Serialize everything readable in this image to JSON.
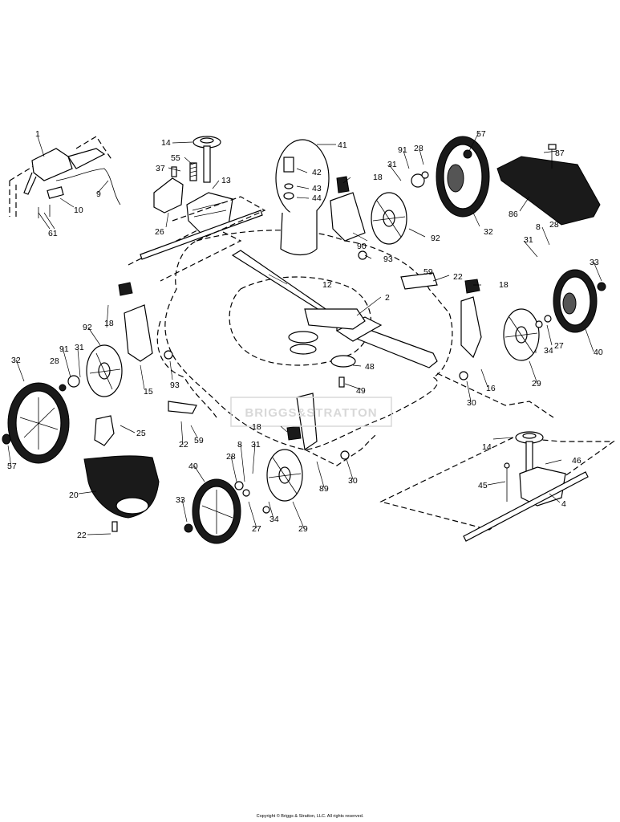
{
  "diagram": {
    "labels": [
      "1",
      "9",
      "10",
      "61",
      "14",
      "55",
      "37",
      "13",
      "26",
      "41",
      "42",
      "43",
      "44",
      "18",
      "90",
      "93",
      "91",
      "31",
      "28",
      "92",
      "32",
      "57",
      "87",
      "86",
      "12",
      "2",
      "59",
      "22",
      "8",
      "33",
      "48",
      "49",
      "15",
      "30",
      "16",
      "29",
      "34",
      "27",
      "40",
      "25",
      "20",
      "89",
      "4",
      "45",
      "46"
    ],
    "watermark": "BRIGGS&STRATTON",
    "copyright": "Copyright © Briggs & Stratton, LLC. All rights reserved."
  }
}
